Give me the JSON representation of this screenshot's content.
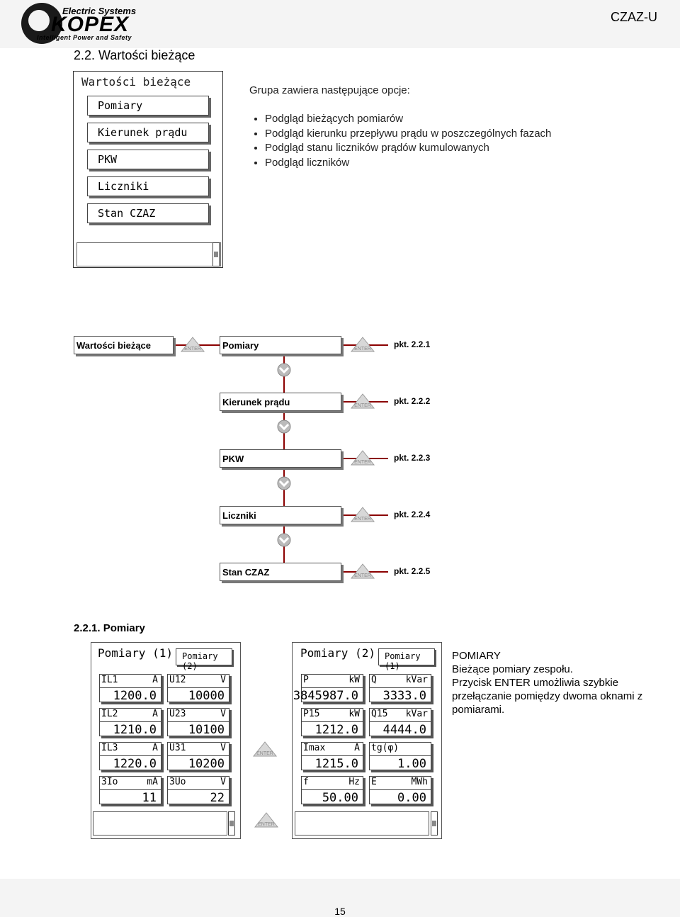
{
  "header": {
    "logo_top": "Electric Systems",
    "logo_main": "KOPEX",
    "logo_sub": "Intelligent Power and Safety",
    "doc_code": "CZAZ-U"
  },
  "section": {
    "title": "2.2. Wartości bieżące"
  },
  "menu_screen": {
    "title": "Wartości bieżące",
    "items": [
      "Pomiary",
      "Kierunek prądu",
      "PKW",
      "Liczniki",
      "Stan CZAZ"
    ]
  },
  "description": {
    "intro": "Grupa zawiera następujące opcje:",
    "options": [
      "Podgląd bieżących pomiarów",
      "Podgląd kierunku przepływu prądu w poszczególnych fazach",
      "Podgląd stanu liczników prądów kumulowanych",
      "Podgląd liczników"
    ]
  },
  "navigation": {
    "root": "Wartości bieżące",
    "enter_label": "ENTER",
    "rows": [
      {
        "label": "Pomiary",
        "ref": "pkt. 2.2.1"
      },
      {
        "label": "Kierunek prądu",
        "ref": "pkt. 2.2.2"
      },
      {
        "label": "PKW",
        "ref": "pkt. 2.2.3"
      },
      {
        "label": "Liczniki",
        "ref": "pkt. 2.2.4"
      },
      {
        "label": "Stan CZAZ",
        "ref": "pkt. 2.2.5"
      }
    ]
  },
  "subsection": {
    "title": "2.2.1. Pomiary"
  },
  "screen1": {
    "title": "Pomiary (1)",
    "switch_button": "Pomiary (2)",
    "cells": [
      {
        "name": "IL1",
        "unit": "A",
        "value": "1200.0"
      },
      {
        "name": "U12",
        "unit": "V",
        "value": "10000"
      },
      {
        "name": "IL2",
        "unit": "A",
        "value": "1210.0"
      },
      {
        "name": "U23",
        "unit": "V",
        "value": "10100"
      },
      {
        "name": "IL3",
        "unit": "A",
        "value": "1220.0"
      },
      {
        "name": "U31",
        "unit": "V",
        "value": "10200"
      },
      {
        "name": "3Io",
        "unit": "mA",
        "value": "11"
      },
      {
        "name": "3Uo",
        "unit": "V",
        "value": "22"
      }
    ]
  },
  "screen2": {
    "title": "Pomiary (2)",
    "switch_button": "Pomiary (1)",
    "cells": [
      {
        "name": "P",
        "unit": "kW",
        "value": "3845987.0"
      },
      {
        "name": "Q",
        "unit": "kVar",
        "value": "3333.0"
      },
      {
        "name": "P15",
        "unit": "kW",
        "value": "1212.0"
      },
      {
        "name": "Q15",
        "unit": "kVar",
        "value": "4444.0"
      },
      {
        "name": "Imax",
        "unit": "A",
        "value": "1215.0"
      },
      {
        "name": "tg(φ)",
        "unit": "",
        "value": "1.00"
      },
      {
        "name": "f",
        "unit": "Hz",
        "value": "50.00"
      },
      {
        "name": "E",
        "unit": "MWh",
        "value": "0.00"
      }
    ]
  },
  "info": {
    "heading": "POMIARY",
    "line1": "Bieżące pomiary zespołu.",
    "line2": "Przycisk ENTER umożliwia szybkie przełączanie pomiędzy dwoma oknami z pomiarami."
  },
  "footer": {
    "page_number": "15"
  }
}
